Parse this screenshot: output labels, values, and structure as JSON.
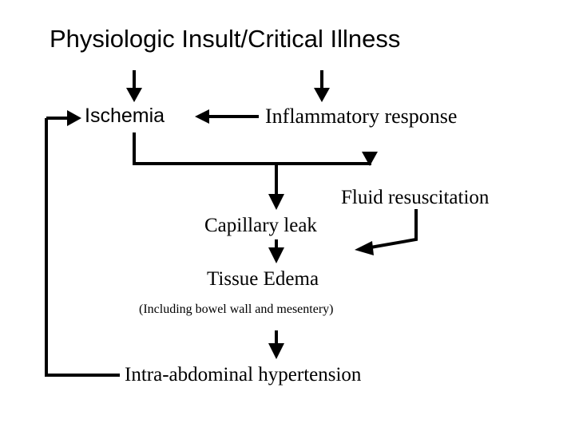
{
  "diagram": {
    "title": "Physiologic Insult/Critical Illness",
    "nodes": {
      "ischemia": "Ischemia",
      "inflammatory": "Inflammatory response",
      "fluid": "Fluid resuscitation",
      "capillary": "Capillary leak",
      "tissue": "Tissue Edema",
      "tissue_note": "(Including bowel wall and mesentery)",
      "intraabdominal": "Intra-abdominal hypertension"
    },
    "colors": {
      "stroke": "#000000",
      "text": "#000000",
      "background": "#ffffff"
    },
    "arrows": [
      {
        "name": "title-to-ischemia",
        "from": "title",
        "to": "ischemia"
      },
      {
        "name": "title-to-inflammatory",
        "from": "title",
        "to": "inflammatory"
      },
      {
        "name": "inflammatory-to-ischemia",
        "from": "inflammatory",
        "to": "ischemia"
      },
      {
        "name": "ischemia-to-capillary",
        "from": "ischemia",
        "to": "capillary"
      },
      {
        "name": "inflammatory-to-fluid",
        "from": "inflammatory",
        "to": "fluid"
      },
      {
        "name": "fluid-to-capillary",
        "from": "fluid",
        "to": "capillary"
      },
      {
        "name": "capillary-to-tissue",
        "from": "capillary",
        "to": "tissue"
      },
      {
        "name": "tissue-to-intraabdominal",
        "from": "tissue",
        "to": "intraabdominal"
      },
      {
        "name": "intraabdominal-to-ischemia",
        "from": "intraabdominal",
        "to": "ischemia"
      }
    ]
  }
}
